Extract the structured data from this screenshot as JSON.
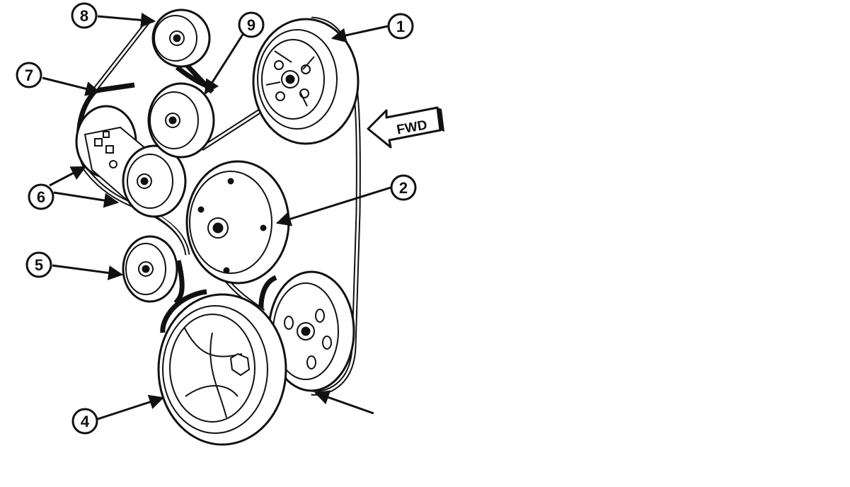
{
  "callouts": [
    {
      "id": "1",
      "label": "1"
    },
    {
      "id": "2",
      "label": "2"
    },
    {
      "id": "4",
      "label": "4"
    },
    {
      "id": "5",
      "label": "5"
    },
    {
      "id": "6",
      "label": "6"
    },
    {
      "id": "7",
      "label": "7"
    },
    {
      "id": "8",
      "label": "8"
    },
    {
      "id": "9",
      "label": "9"
    }
  ],
  "direction_arrow": {
    "label": "FWD"
  },
  "colors": {
    "ink": "#111111",
    "background": "#ffffff"
  }
}
